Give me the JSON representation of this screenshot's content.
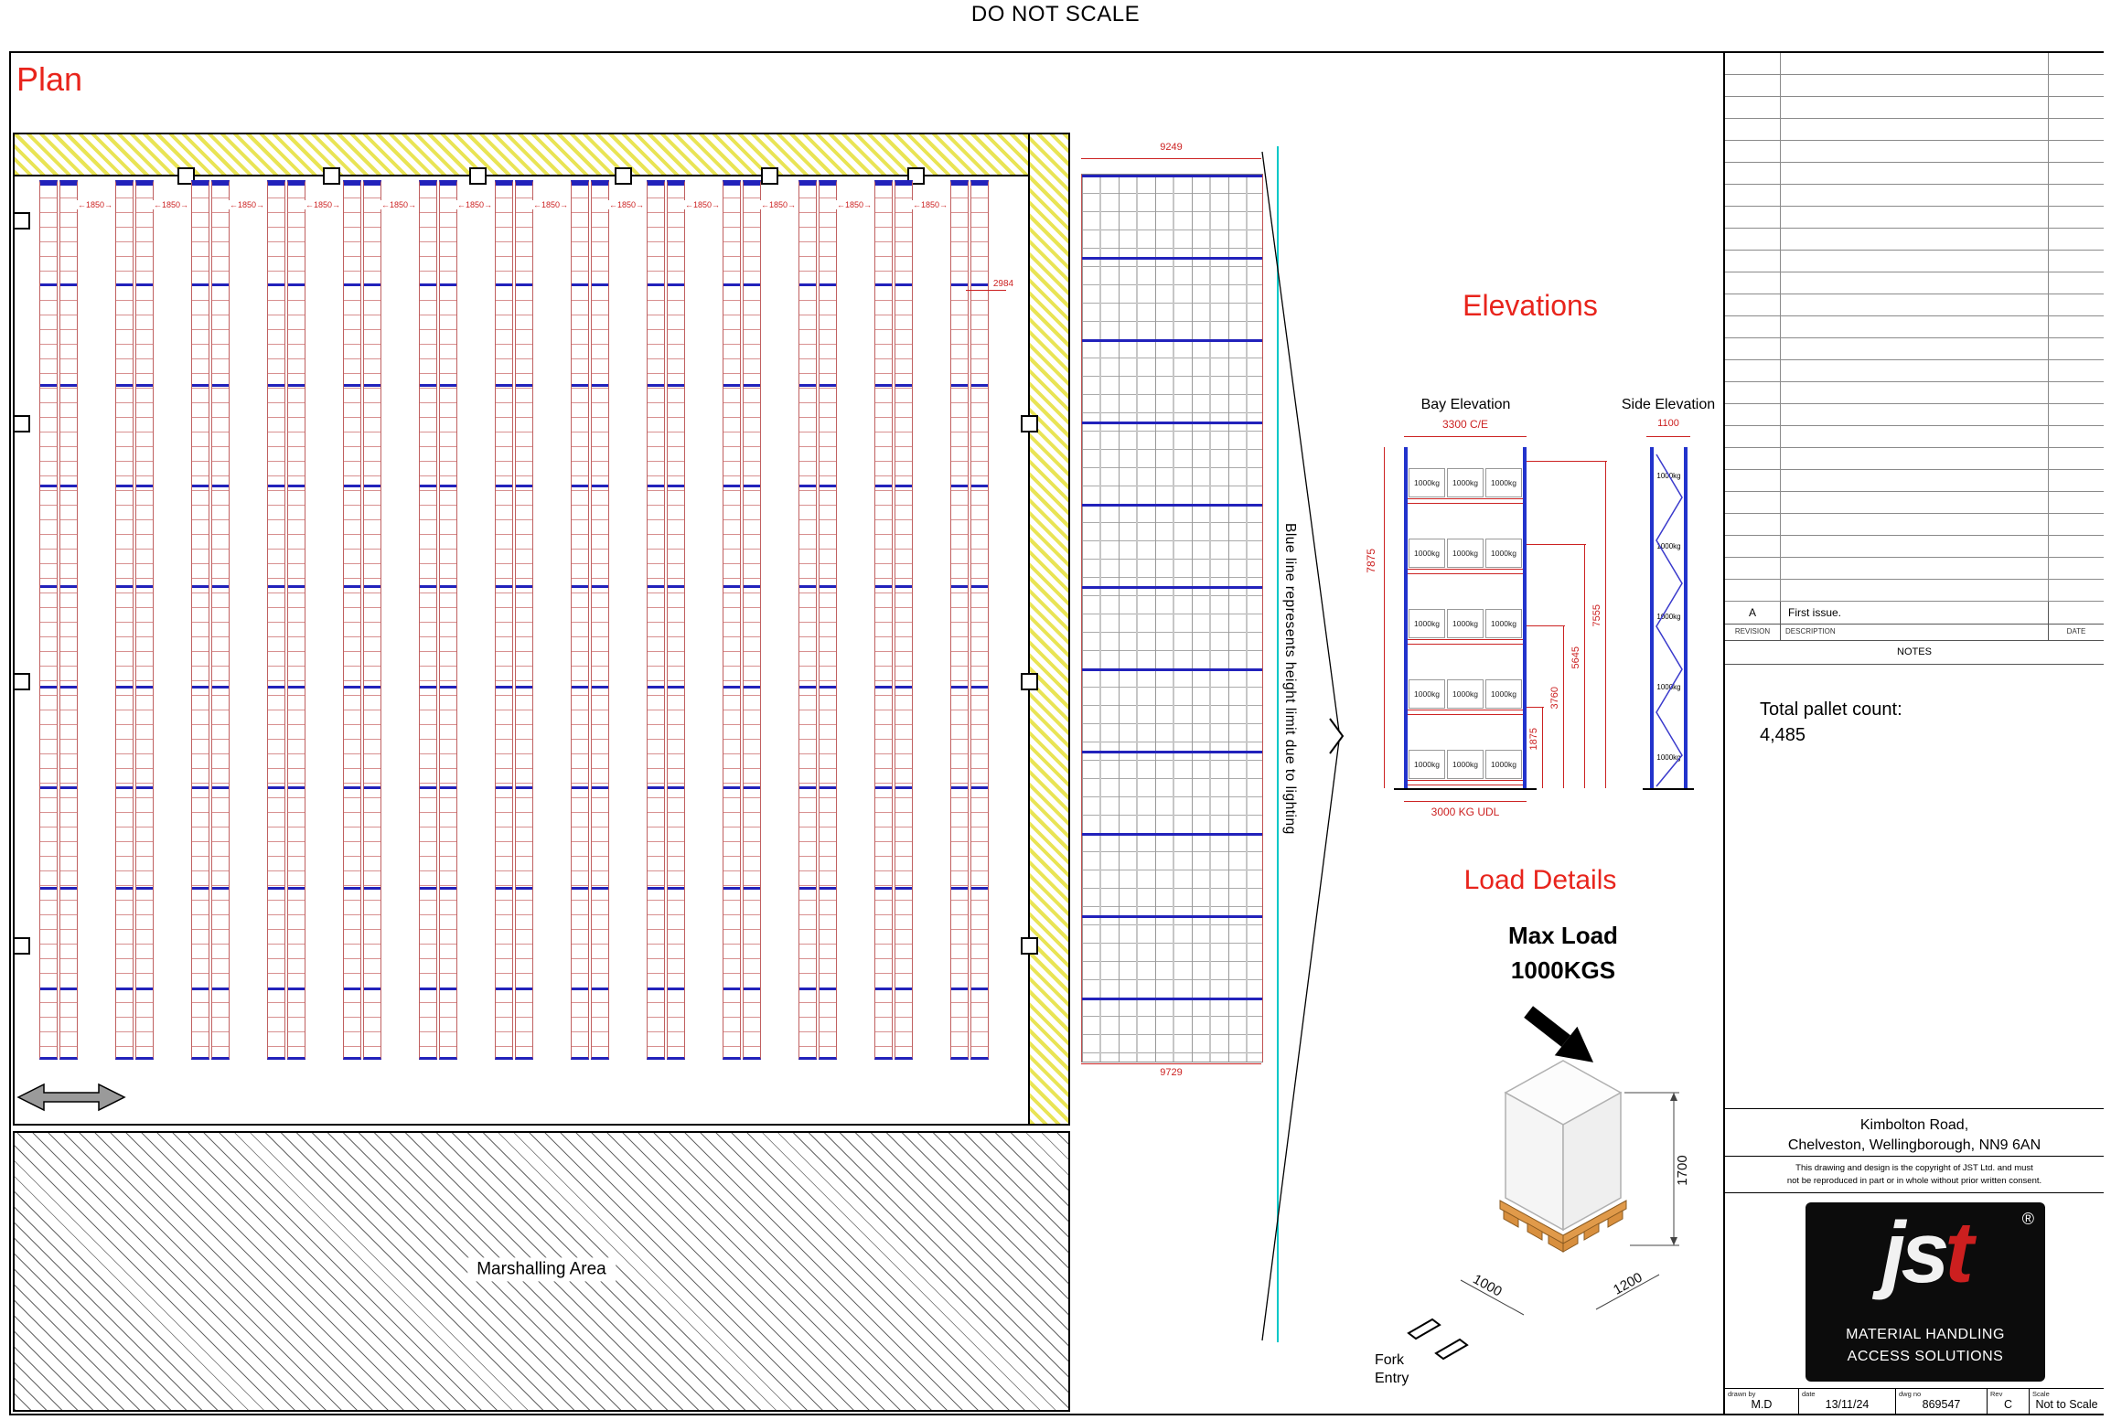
{
  "colors": {
    "accent_red": "#e8241c",
    "dim_red": "#cc2222",
    "rack_blue": "#2222bb",
    "cyan": "#00c8c8",
    "pallet_orange": "#e09a4a"
  },
  "header": {
    "do_not_scale": "DO NOT SCALE"
  },
  "plan": {
    "title": "Plan",
    "aisle_dim": "1850",
    "right_dim": "2984",
    "marshalling_label": "Marshalling Area"
  },
  "mid": {
    "top_dim": "9249",
    "bottom_dim": "9729",
    "note": "Blue line represents height limit due to lighting"
  },
  "elevations": {
    "title": "Elevations",
    "bay": {
      "label": "Bay Elevation",
      "width_dim": "3300 C/E",
      "height_dim": "7875",
      "udl": "3000 KG UDL",
      "cell_load": "1000kg",
      "right_dims": [
        "1875",
        "3760",
        "5645",
        "7555"
      ]
    },
    "side": {
      "label": "Side Elevation",
      "width_dim": "1100",
      "cell_load": "1000kg"
    }
  },
  "load": {
    "title": "Load Details",
    "max_line1": "Max Load",
    "max_line2": "1000KGS",
    "h_dim": "1700",
    "w_dim": "1000",
    "d_dim": "1200",
    "fork_entry": "Fork Entry"
  },
  "tblock": {
    "rev_a": "A",
    "rev_a_desc": "First issue.",
    "col_revision": "REVISION",
    "col_description": "DESCRIPTION",
    "col_date": "DATE",
    "notes_title": "NOTES",
    "notes_line1": "Total pallet count:",
    "notes_line2": "4,485",
    "address1": "Kimbolton Road,",
    "address2": "Chelveston, Wellingborough, NN9 6AN",
    "copy1": "This drawing and design is the copyright of JST Ltd. and must",
    "copy2": "not be reproduced in part or in whole without prior written consent.",
    "logo": {
      "t1": "js",
      "t2": "t",
      "reg": "®",
      "line1": "MATERIAL HANDLING",
      "line2": "ACCESS SOLUTIONS"
    },
    "footer": {
      "drawn_label": "drawn by",
      "drawn": "M.D",
      "date_label": "date",
      "date": "13/11/24",
      "dwg_label": "dwg no",
      "dwg": "869547",
      "rev_label": "Rev",
      "rev": "C",
      "scale_label": "Scale",
      "scale": "Not to Scale"
    }
  }
}
